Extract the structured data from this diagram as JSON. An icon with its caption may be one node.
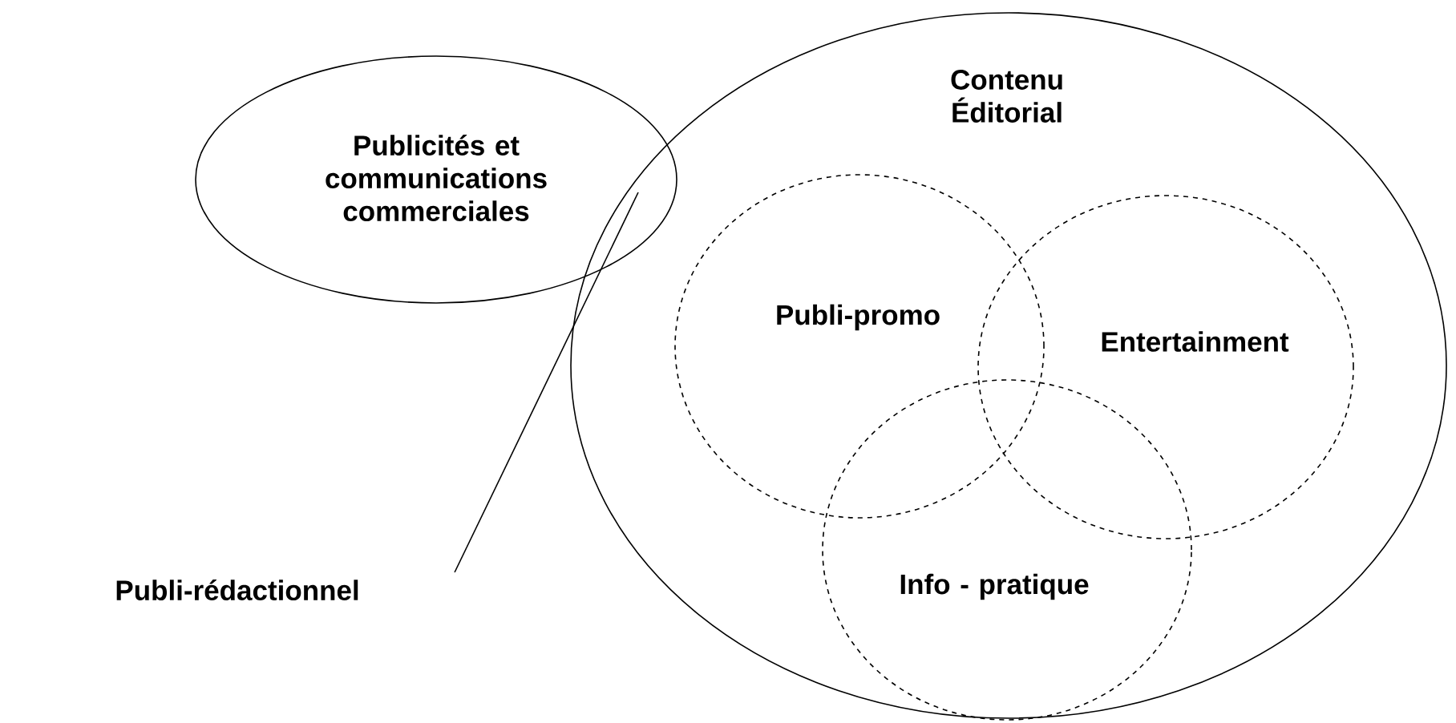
{
  "diagram": {
    "nodes": [
      {
        "text": [
          "Publicités et communications commerciales"
        ]
      },
      {
        "text": [
          "Contenu Éditorial"
        ]
      },
      {
        "text": [
          "Publi-promo"
        ],
        "in": 1
      },
      {
        "text": [
          "Entertainment"
        ],
        "in": 1
      },
      {
        "text": [
          "Info - pratique"
        ],
        "in": 1
      },
      {
        "text": [
          "Publi-rédactionnel"
        ]
      }
    ],
    "edges": [
      {
        "from": 5,
        "to": 0,
        "arrow": "none"
      }
    ]
  }
}
